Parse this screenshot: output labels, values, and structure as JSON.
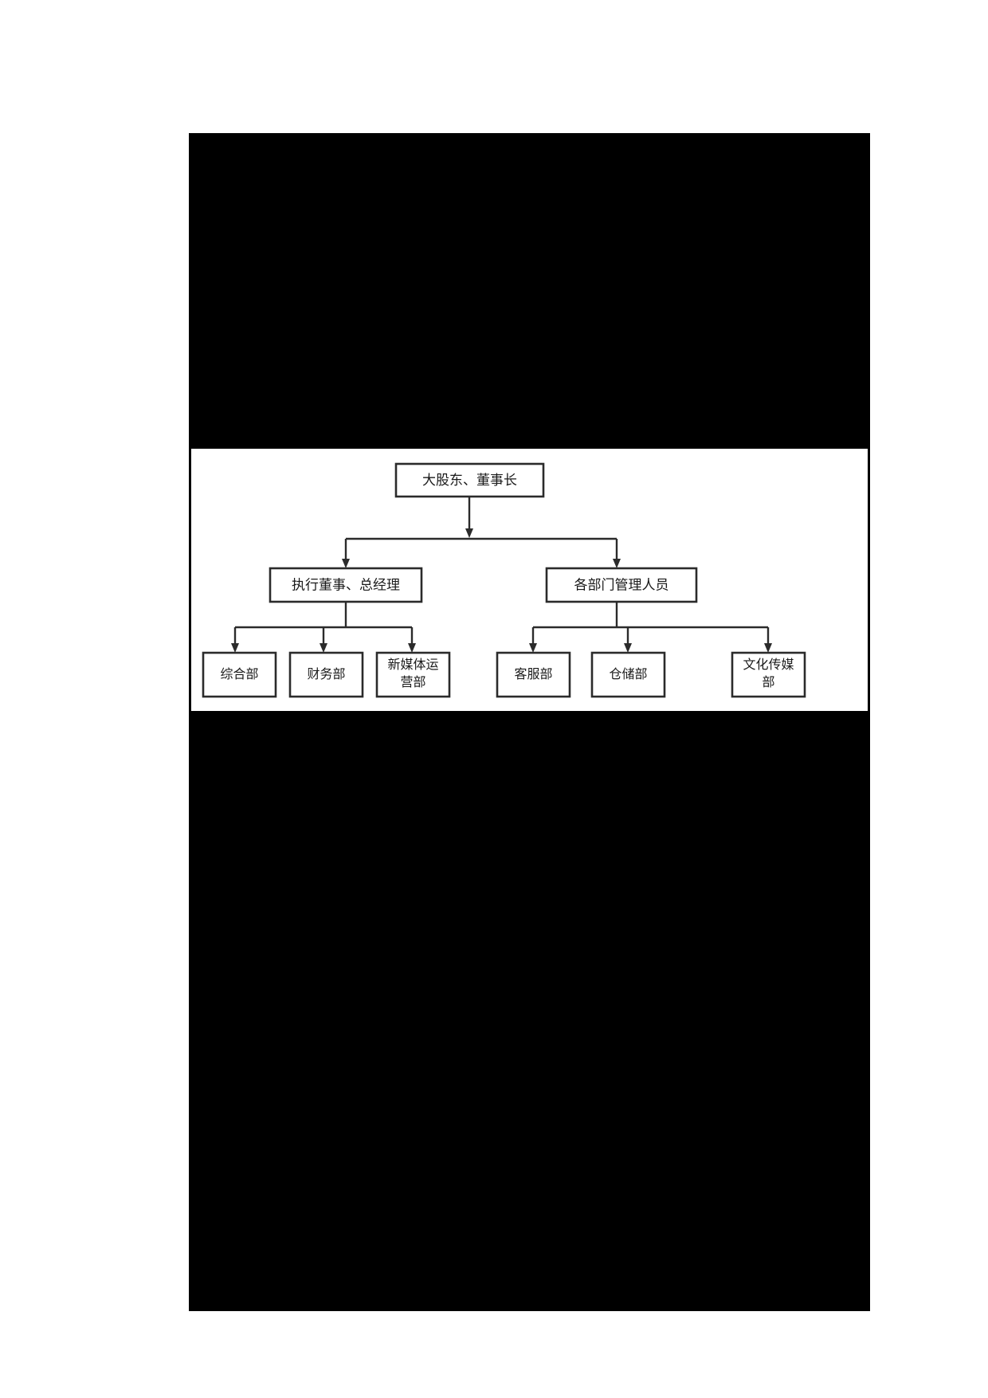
{
  "document": {
    "page_background": "#ffffff",
    "redacted_block_color": "#000000",
    "frame_border_color": "#000000"
  },
  "chart_data": {
    "type": "diagram",
    "diagram_kind": "organizational-chart",
    "title": "",
    "orientation": "top-down",
    "box_fill": "#ffffff",
    "box_stroke": "#2b2b2b",
    "connector_color": "#2b2b2b",
    "levels": [
      {
        "level": 1,
        "nodes": [
          {
            "id": "n1",
            "label": "大股东、董事长"
          }
        ]
      },
      {
        "level": 2,
        "nodes": [
          {
            "id": "n2",
            "label": "执行董事、总经理"
          },
          {
            "id": "n3",
            "label": "各部门管理人员"
          }
        ]
      },
      {
        "level": 3,
        "nodes": [
          {
            "id": "n4",
            "label": "综合部",
            "line1": "综合部",
            "line2": ""
          },
          {
            "id": "n5",
            "label": "财务部",
            "line1": "财务部",
            "line2": ""
          },
          {
            "id": "n6",
            "label": "新媒体运营部",
            "line1": "新媒体运",
            "line2": "营部"
          },
          {
            "id": "n7",
            "label": "客服部",
            "line1": "客服部",
            "line2": ""
          },
          {
            "id": "n8",
            "label": "仓储部",
            "line1": "仓储部",
            "line2": ""
          },
          {
            "id": "n9",
            "label": "文化传媒部",
            "line1": "文化传媒",
            "line2": "部"
          }
        ]
      }
    ],
    "edges": [
      {
        "from": "n1",
        "to": "n2"
      },
      {
        "from": "n1",
        "to": "n3"
      },
      {
        "from": "n2",
        "to": "n4"
      },
      {
        "from": "n2",
        "to": "n5"
      },
      {
        "from": "n2",
        "to": "n6"
      },
      {
        "from": "n3",
        "to": "n7"
      },
      {
        "from": "n3",
        "to": "n8"
      },
      {
        "from": "n3",
        "to": "n9"
      }
    ]
  }
}
